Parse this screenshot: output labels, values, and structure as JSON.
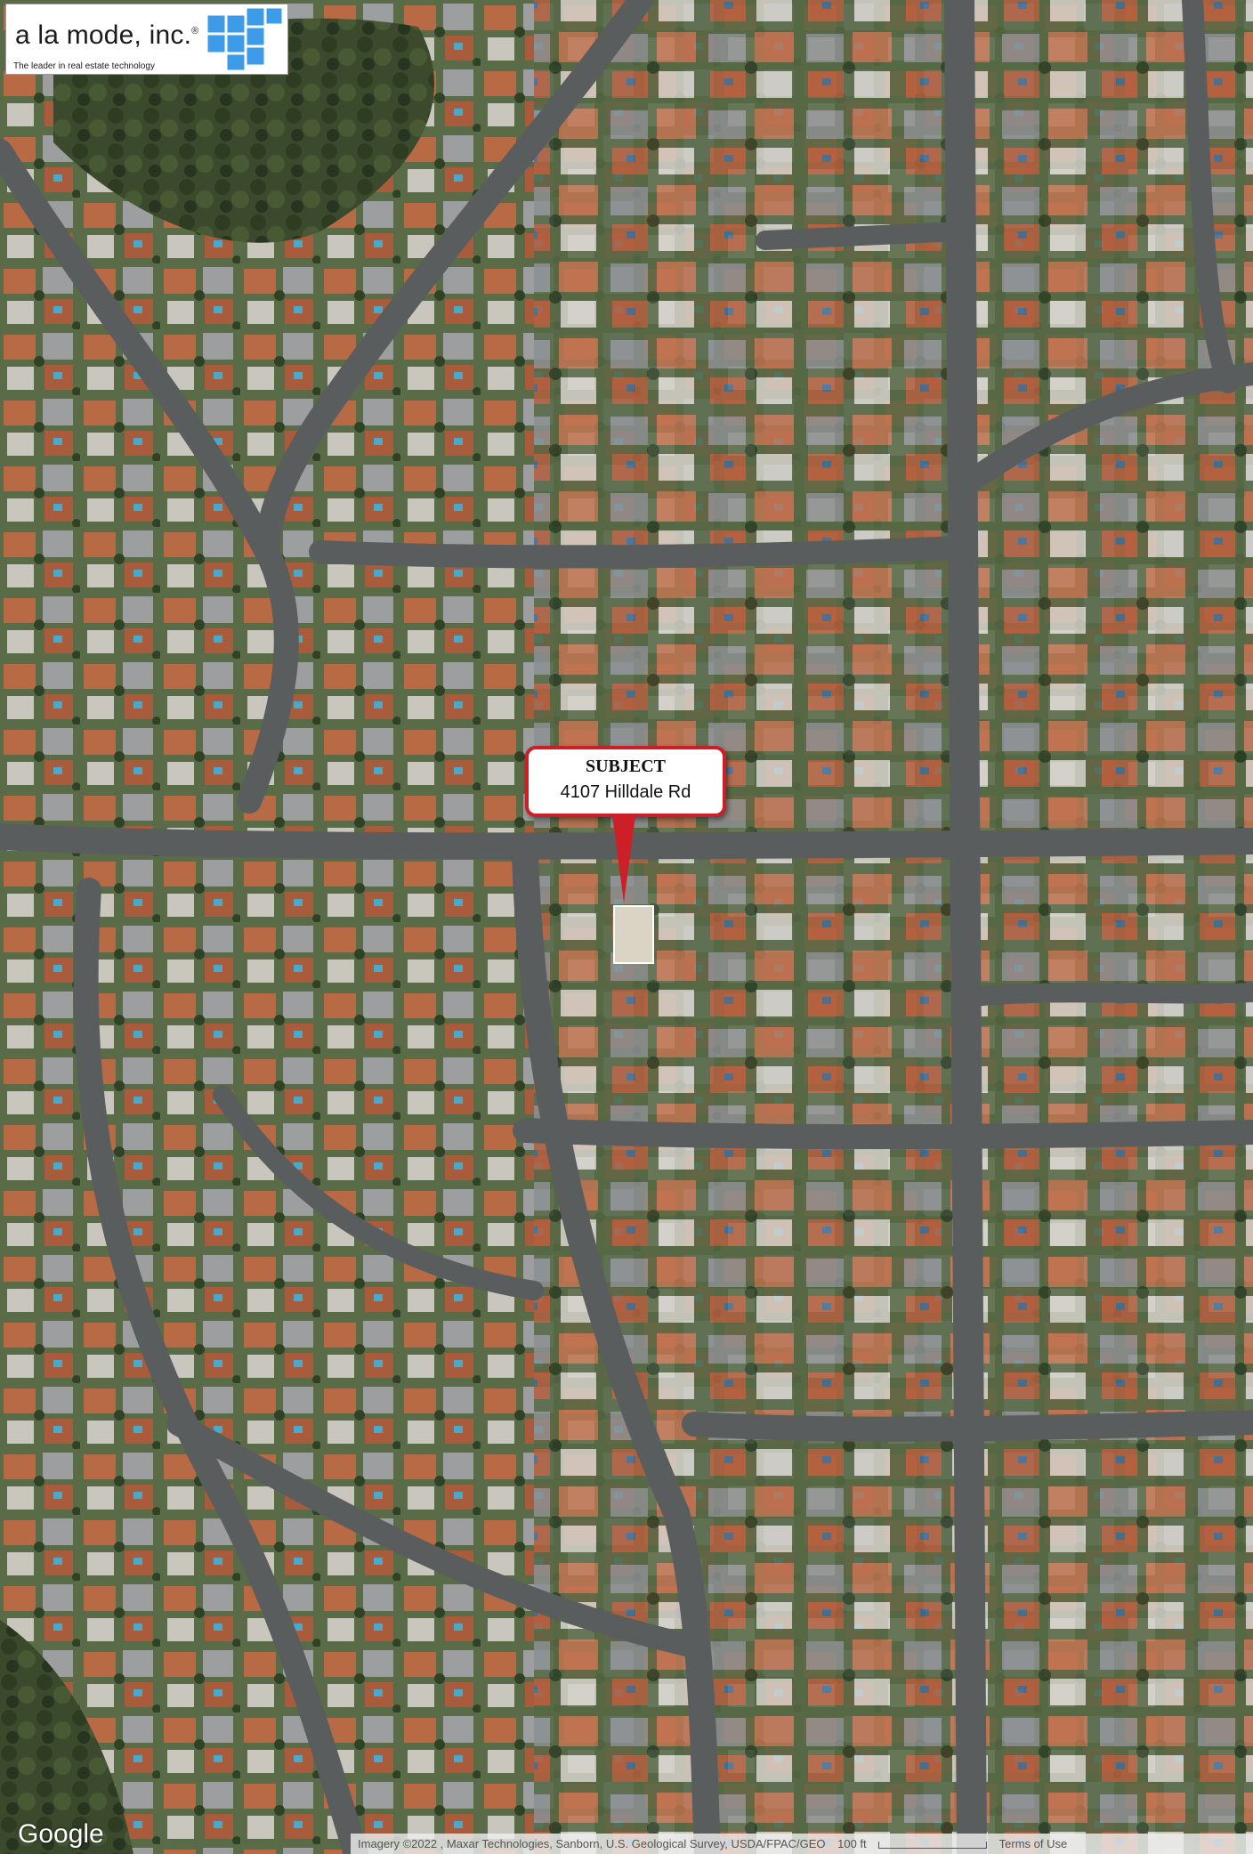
{
  "logo": {
    "name": "a la mode, inc.",
    "registered": "®",
    "tagline": "The leader in real estate technology"
  },
  "subject": {
    "title": "SUBJECT",
    "address": "4107 Hilldale Rd"
  },
  "map": {
    "provider_logo": "Google",
    "attribution": "Imagery ©2022 , Maxar Technologies, Sanborn, U.S. Geological Survey, USDA/FPAC/GEO",
    "scale_label": "100 ft",
    "terms_link": "Terms of Use"
  },
  "colors": {
    "marker_border": "#cc1f27",
    "street": "#5a5d5e",
    "logo_cube": "#3d9be8"
  },
  "icons": {
    "marker": "map-pin-icon",
    "logo": "cubes-icon"
  }
}
